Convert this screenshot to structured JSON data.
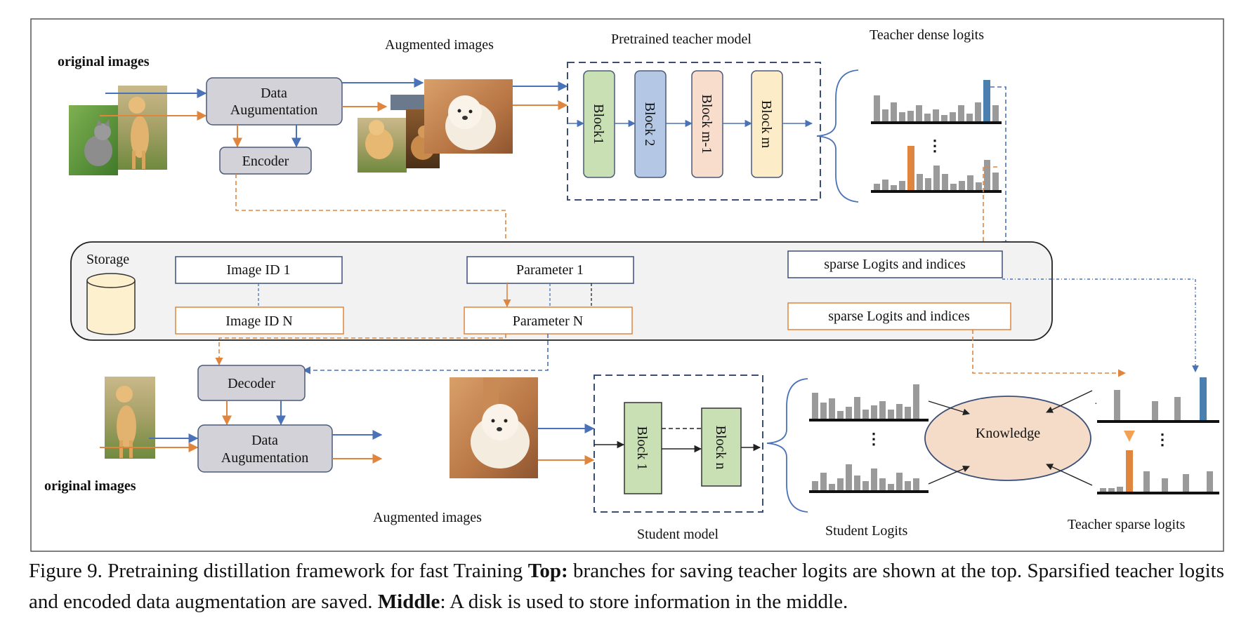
{
  "labels": {
    "original_images_top": "original images",
    "augmented_images_top": "Augmented images",
    "pretrained_teacher_model": "Pretrained teacher model",
    "teacher_dense_logits": "Teacher dense logits",
    "storage": "Storage",
    "original_images_bottom": "original images",
    "augmented_images_bottom": "Augmented images",
    "student_model": "Student model",
    "student_logits": "Student Logits",
    "teacher_sparse_logits": "Teacher sparse logits"
  },
  "boxes": {
    "data_aug_top_line1": "Data",
    "data_aug_top_line2": "Augumentation",
    "encoder": "Encoder",
    "teacher_block_1": "Block1",
    "teacher_block_2": "Block 2",
    "teacher_block_m1": "Block  m-1",
    "teacher_block_m": "Block  m",
    "image_id_1": "Image ID 1",
    "image_id_n": "Image ID N",
    "parameter_1": "Parameter 1",
    "parameter_n": "Parameter N",
    "sparse_logits_1": "sparse Logits and indices",
    "sparse_logits_2": "sparse Logits and indices",
    "decoder": "Decoder",
    "data_aug_bottom_line1": "Data",
    "data_aug_bottom_line2": "Augumentation",
    "student_block_1": "Block 1",
    "student_block_n": "Block n",
    "knowledge": "Knowledge"
  },
  "caption": {
    "prefix": "Figure 9. Pretraining distillation framework for fast Training ",
    "top_label": "Top:",
    "top_text": " branches for saving teacher logits are shown at the top. Sparsified teacher logits and encoded data augmentation are saved. ",
    "middle_label": "Middle",
    "middle_text": ": A disk is used to store information in the middle."
  },
  "colors": {
    "blue_arrow": "#4a72b8",
    "orange_arrow": "#e0853d",
    "box_gray": "#d2d2d8",
    "block_green": "#c8e0b4",
    "block_blue": "#b4c8e6",
    "block_peach": "#f8dccc",
    "block_cream": "#fcecc8",
    "knowledge_fill": "#f4dcc8",
    "disk_fill": "#fdf0cf",
    "storage_fill": "#f2f2f2"
  },
  "icons": {
    "storage_disk": "cylinder-icon",
    "images": "photo-thumbnail-icon"
  }
}
